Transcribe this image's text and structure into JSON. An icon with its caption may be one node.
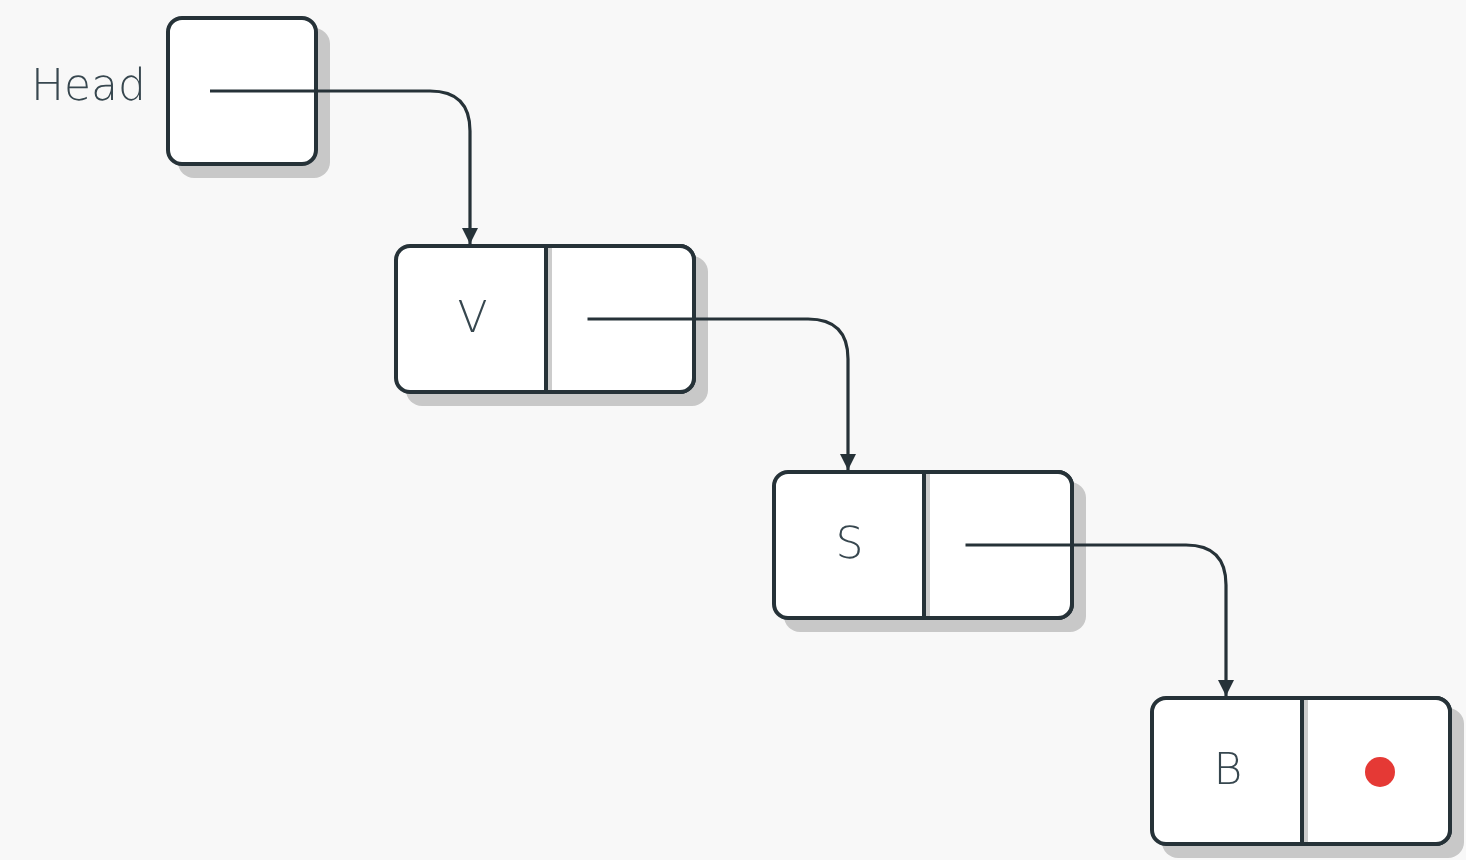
{
  "diagram": {
    "nodes": [
      {
        "text": [],
        "shape": "box",
        "beside": [
          "Head"
        ]
      },
      {
        "text": [
          "V"
        ]
      },
      {
        "text": [],
        "shape": "box",
        "in": 1
      },
      {
        "text": [
          "S"
        ]
      },
      {
        "text": [],
        "shape": "box",
        "in": 3
      },
      {
        "text": [
          "B"
        ]
      },
      {
        "text": [],
        "shape": "box",
        "in": 5
      }
    ],
    "edges": [
      {
        "from": 0,
        "to": 1,
        "arrow": "to"
      },
      {
        "from": 2,
        "to": 3,
        "arrow": "to"
      },
      {
        "from": 4,
        "to": 5,
        "arrow": "to"
      }
    ]
  }
}
